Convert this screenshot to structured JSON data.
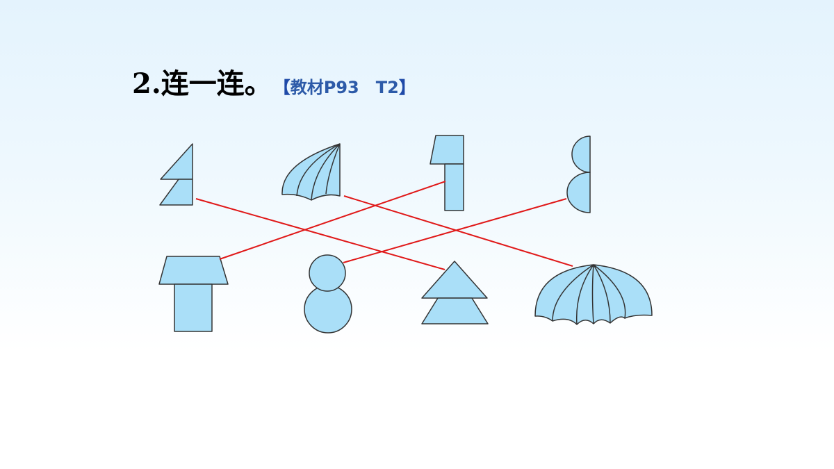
{
  "question": {
    "number": "2.",
    "text": "连一连。",
    "ref_open": "【",
    "ref_text": "教材P93　T2",
    "ref_close": "】"
  },
  "colors": {
    "shape_fill": "#aadff8",
    "shape_stroke": "#333333",
    "link_line": "#e01818",
    "ref_text": "#2c5aa8"
  },
  "top_row": [
    "half-arrow-tree-shape",
    "half-umbrella-shape",
    "half-house-shape",
    "half-snowman-shape"
  ],
  "bottom_row": [
    "house-shape",
    "snowman-shape",
    "arrow-tree-shape",
    "umbrella-shape"
  ],
  "matches": [
    {
      "top": "half-arrow-tree-shape",
      "bottom": "arrow-tree-shape"
    },
    {
      "top": "half-umbrella-shape",
      "bottom": "umbrella-shape"
    },
    {
      "top": "half-house-shape",
      "bottom": "house-shape"
    },
    {
      "top": "half-snowman-shape",
      "bottom": "snowman-shape"
    }
  ]
}
